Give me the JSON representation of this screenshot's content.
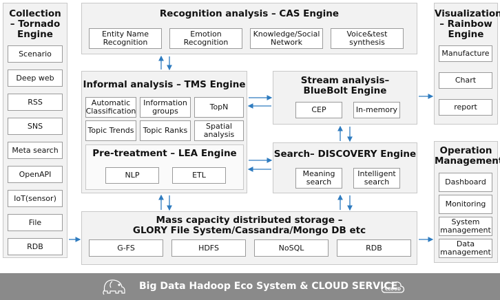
{
  "collection": {
    "title": "Collection\n– Tornado\nEngine",
    "items": [
      "Scenario",
      "Deep web",
      "RSS",
      "SNS",
      "Meta search",
      "OpenAPI",
      "IoT(sensor)",
      "File",
      "RDB"
    ]
  },
  "recognition": {
    "title": "Recognition analysis – CAS Engine",
    "items": [
      "Entity Name\nRecognition",
      "Emotion\nRecognition",
      "Knowledge/Social\nNetwork",
      "Voice&test\nsynthesis"
    ]
  },
  "informal": {
    "title": "Informal analysis – TMS Engine",
    "items": [
      "Automatic\nClassification",
      "Information\ngroups",
      "TopN",
      "Topic Trends",
      "Topic Ranks",
      "Spatial\nanalysis"
    ]
  },
  "pretreatment": {
    "title": "Pre-treatment – LEA Engine",
    "items": [
      "NLP",
      "ETL"
    ]
  },
  "stream": {
    "title": "Stream analysis–\nBlueBolt Engine",
    "items": [
      "CEP",
      "In-memory"
    ]
  },
  "search": {
    "title": "Search– DISCOVERY Engine",
    "items": [
      "Meaning\nsearch",
      "Intelligent\nsearch"
    ]
  },
  "storage": {
    "title": "Mass capacity distributed storage –\nGLORY File System/Cassandra/Mongo DB etc",
    "items": [
      "G-FS",
      "HDFS",
      "NoSQL",
      "RDB"
    ]
  },
  "visualization": {
    "title": "Visualization\n– Rainbow\nEngine",
    "items": [
      "Manufacture",
      "Chart",
      "report"
    ]
  },
  "operation": {
    "title": "Operation\nManagement",
    "items": [
      "Dashboard",
      "Monitoring",
      "System\nmanagement",
      "Data\nmanagement"
    ]
  },
  "footer": {
    "text": "Big Data Hadoop Eco System  &  CLOUD SERVICE",
    "cloud_label": "CLOUD",
    "bar_color": "#8a8a8a",
    "arrow_color": "#2e7bbf"
  }
}
